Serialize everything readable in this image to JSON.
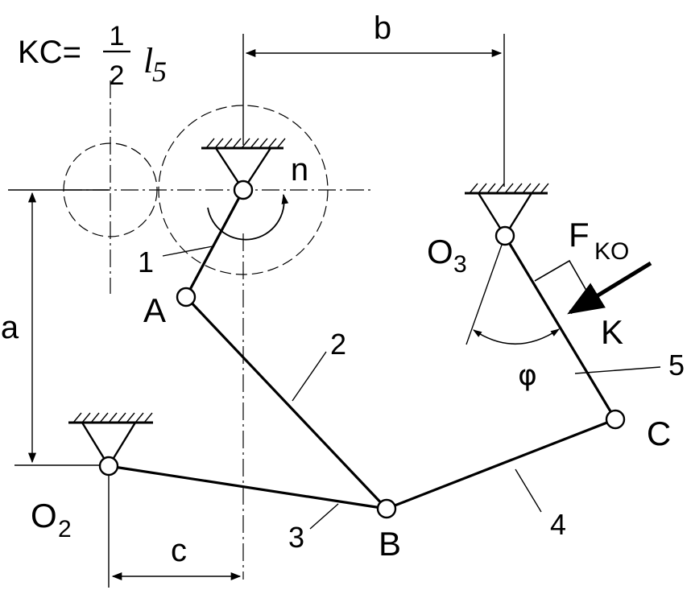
{
  "formula": {
    "lhs": "KC=",
    "numerator": "1",
    "denominator": "2",
    "rhs_symbol": "l",
    "rhs_subscript": "5"
  },
  "dimensions": {
    "a": "a",
    "b": "b",
    "c": "c"
  },
  "points": {
    "A": "A",
    "B": "B",
    "C": "C",
    "K": "K",
    "O2": "O",
    "O2_sub": "2",
    "O3": "O",
    "O3_sub": "3"
  },
  "links": [
    "1",
    "2",
    "3",
    "4",
    "5"
  ],
  "rotation": {
    "label": "n"
  },
  "angle": {
    "label": "φ"
  },
  "force": {
    "label": "F",
    "subscript": "KO"
  }
}
